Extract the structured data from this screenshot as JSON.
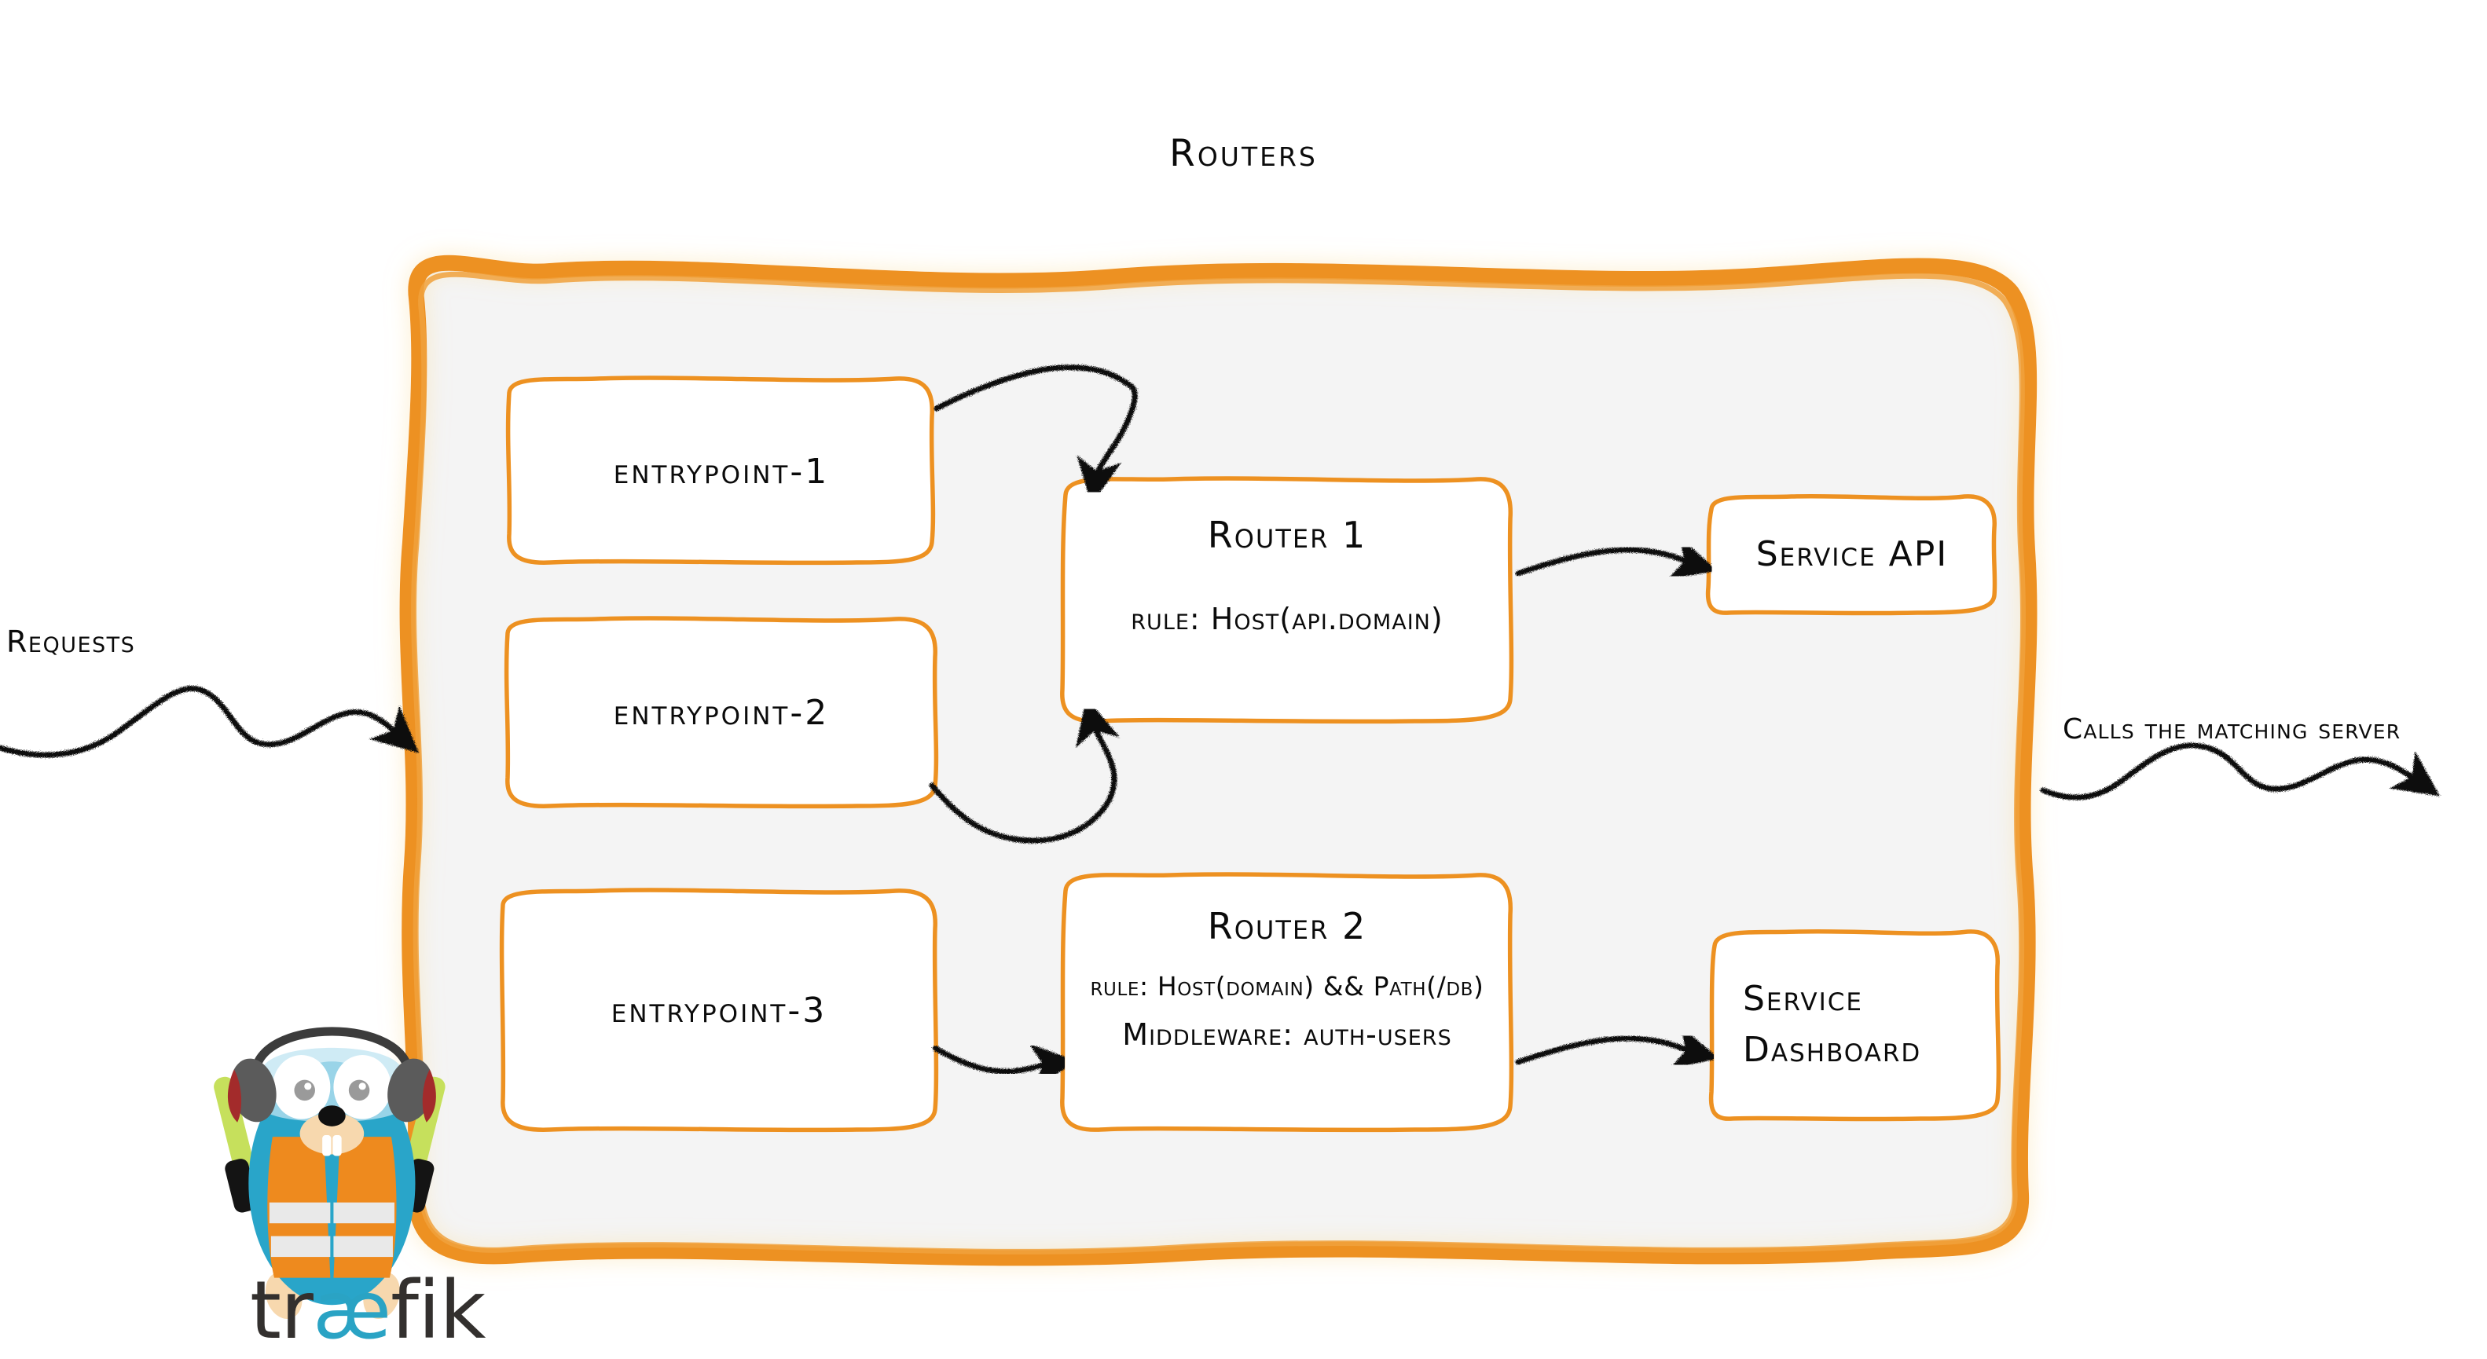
{
  "diagram": {
    "title": "Routers",
    "palette": {
      "orange": "#ED9121",
      "orange_light": "#F0A13C",
      "panel_fill": "#F4F4F4",
      "ink": "#111111",
      "traefik_cyan": "#2AA3C4",
      "traefik_dark": "#33302E",
      "vest_orange": "#EE8A1E",
      "vest_stripe": "#E8E8E8",
      "wand_green": "#C0DE5A",
      "skin": "#F7D8AE",
      "headphone_gray": "#5B5B5B",
      "headphone_red": "#A32B2B"
    }
  },
  "entrypoints": [
    {
      "label": "entrypoint-1"
    },
    {
      "label": "entrypoint-2"
    },
    {
      "label": "entrypoint-3"
    }
  ],
  "routers": [
    {
      "name": "Router 1",
      "rule": "rule: Host(api.domain)",
      "middleware": ""
    },
    {
      "name": "Router 2",
      "rule": "rule: Host(domain) && Path(/db)",
      "middleware": "Middleware: auth-users"
    }
  ],
  "services": [
    {
      "line1": "Service API",
      "line2": ""
    },
    {
      "line1": "Service",
      "line2": "Dashboard"
    }
  ],
  "annotations": {
    "requests": "Requests",
    "calls_matching_server": "Calls the matching server"
  },
  "logo": {
    "word_pre": "tr",
    "word_ae": "æ",
    "word_post": "fik"
  }
}
